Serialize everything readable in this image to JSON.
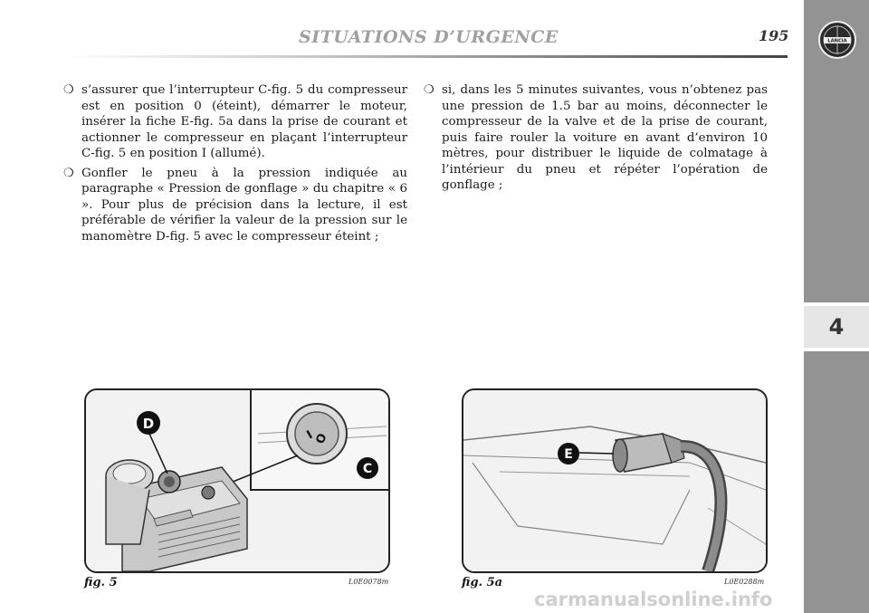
{
  "header": {
    "title": "SITUATIONS D’URGENCE",
    "page_number": "195"
  },
  "side_tab": {
    "chapter": "4",
    "logo_text": "LANCIA"
  },
  "left_column": {
    "items": [
      {
        "bullet": "❍",
        "text": "s’assurer que l’interrupteur C-fig. 5 du compresseur est en position 0 (éteint), démarrer le moteur, insérer la fiche E-fig. 5a dans la prise de courant et actionner le compresseur en plaçant l’interrupteur C-fig. 5 en position I (allumé)."
      },
      {
        "bullet": "❍",
        "text": "Gonfler le pneu à la pression indiquée au paragraphe « Pression de gonflage » du chapitre « 6 ». Pour plus de précision dans la lecture, il est préférable de vérifier la valeur de la pression sur le manomètre D-fig. 5 avec le compresseur éteint ;"
      }
    ]
  },
  "right_column": {
    "items": [
      {
        "bullet": "❍",
        "text": "si, dans les 5 minutes suivantes, vous n’obtenez pas une pression de 1.5 bar au moins, déconnecter le compresseur de la valve et de la prise de courant, puis faire rouler la voiture en avant d’environ 10 mètres, pour distribuer le liquide de colmatage à l’intérieur du pneu et répéter l’opération de gonflage ;"
      }
    ]
  },
  "figures": [
    {
      "caption": "fig. 5",
      "code": "L0E0078m",
      "labels": {
        "d": "D",
        "c": "C",
        "switch_i": "I",
        "switch_o": "O"
      }
    },
    {
      "caption": "fig. 5a",
      "code": "L0E0288m",
      "labels": {
        "e": "E"
      }
    }
  ],
  "watermark": "carmanualsonline.info"
}
